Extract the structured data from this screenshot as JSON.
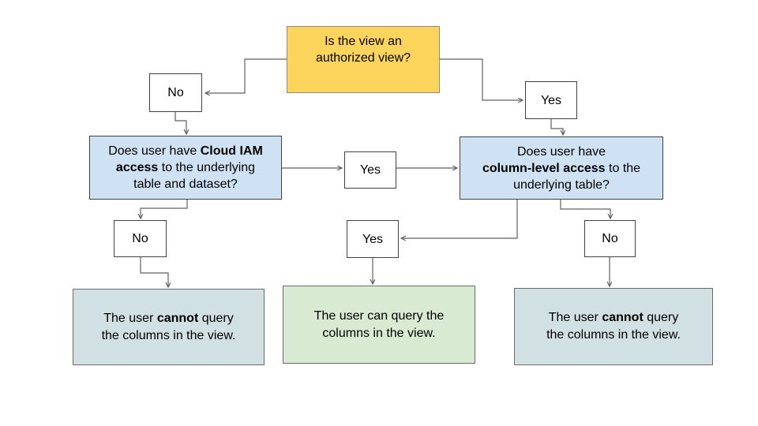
{
  "colors": {
    "background": "#ffffff",
    "root_fill": "#fdd45c",
    "question_fill": "#cfe2f3",
    "result_cannot_fill": "#d0e0e3",
    "result_can_fill": "#d9ead3",
    "decision_fill": "#ffffff",
    "connector": "#616161"
  },
  "nodes": {
    "root": {
      "line1": "Is the view an",
      "line2": "authorized view?"
    },
    "decision_no_top_left": {
      "label": "No"
    },
    "decision_yes_top_right": {
      "label": "Yes"
    },
    "question_iam": {
      "line1_text": "Does user have ",
      "line1_bold": "Cloud IAM",
      "line2_bold": "access",
      "line2_text": " to the underlying",
      "line3_text": "table and dataset?"
    },
    "decision_yes_middle": {
      "label": "Yes"
    },
    "question_column": {
      "line1_text": "Does user have",
      "line2_bold": "column-level access",
      "line2_text": " to the",
      "line3_text": "underlying table?"
    },
    "decision_no_bottom_left": {
      "label": "No"
    },
    "decision_yes_bottom_middle": {
      "label": "Yes"
    },
    "decision_no_bottom_right": {
      "label": "No"
    },
    "result_left": {
      "line1_text": "The user ",
      "line1_bold": "cannot",
      "line1_after": " query",
      "line2_text": "the columns in the view."
    },
    "result_middle": {
      "line1_text": "The user can query the",
      "line2_text": "columns in the view."
    },
    "result_right": {
      "line1_text": "The user ",
      "line1_bold": "cannot",
      "line1_after": " query",
      "line2_text": "the columns in the view."
    }
  }
}
